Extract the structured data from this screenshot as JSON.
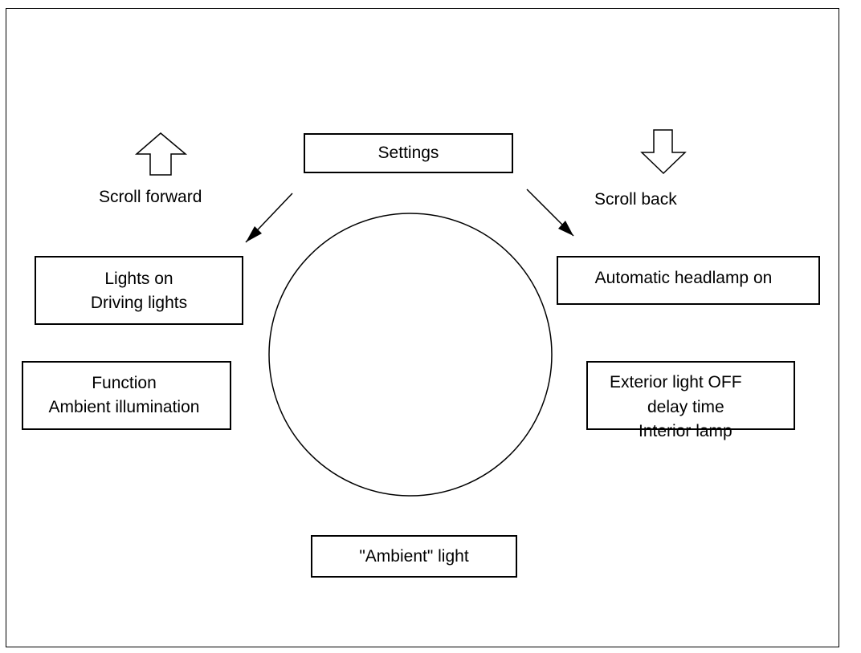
{
  "diagram": {
    "settings": "Settings",
    "scroll_forward": "Scroll forward",
    "scroll_back": "Scroll back",
    "lights_on": [
      "Lights on",
      "Driving lights"
    ],
    "function_ambient": [
      "Function",
      "Ambient illumination"
    ],
    "automatic_headlamp": "Automatic headlamp on",
    "exterior_light": [
      "Exterior light OFF",
      "delay time",
      "Interior lamp"
    ],
    "ambient_light": "\"Ambient\" light"
  }
}
